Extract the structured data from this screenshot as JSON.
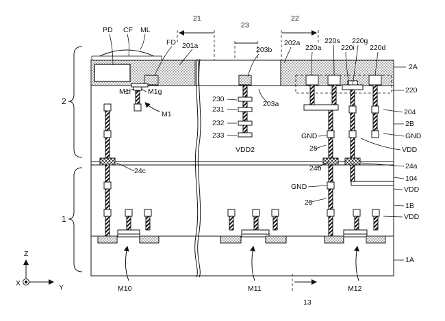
{
  "labels": {
    "PD": "PD",
    "CF": "CF",
    "ML": "ML",
    "FD": "FD",
    "r21": "21",
    "r23": "23",
    "r22": "22",
    "r13": "13",
    "l201a": "201a",
    "l203b": "203b",
    "l202a": "202a",
    "l220a": "220a",
    "l220s": "220s",
    "l220g": "220g",
    "l220i": "220i",
    "l220d": "220d",
    "l2A": "2A",
    "l220": "220",
    "l204": "204",
    "l2B": "2B",
    "gnd_r1": "GND",
    "vdd_r1": "VDD",
    "l24a": "24a",
    "l104": "104",
    "vdd_r2": "VDD",
    "l1B": "1B",
    "vdd_r3": "VDD",
    "l1A": "1A",
    "M1i": "M1i",
    "M1g": "M1g",
    "M1": "M1",
    "l203a": "203a",
    "l230": "230",
    "l231": "231",
    "l232": "232",
    "l233": "233",
    "VDD2": "VDD2",
    "gnd_m1": "GND",
    "l25a": "25",
    "l24b": "24b",
    "gnd_m2": "GND",
    "l25b": "25",
    "l24c": "24c",
    "M10": "M10",
    "M11": "M11",
    "M12": "M12",
    "brace2": "2",
    "brace1": "1",
    "axZ": "Z",
    "axX": "X",
    "axY": "Y"
  }
}
